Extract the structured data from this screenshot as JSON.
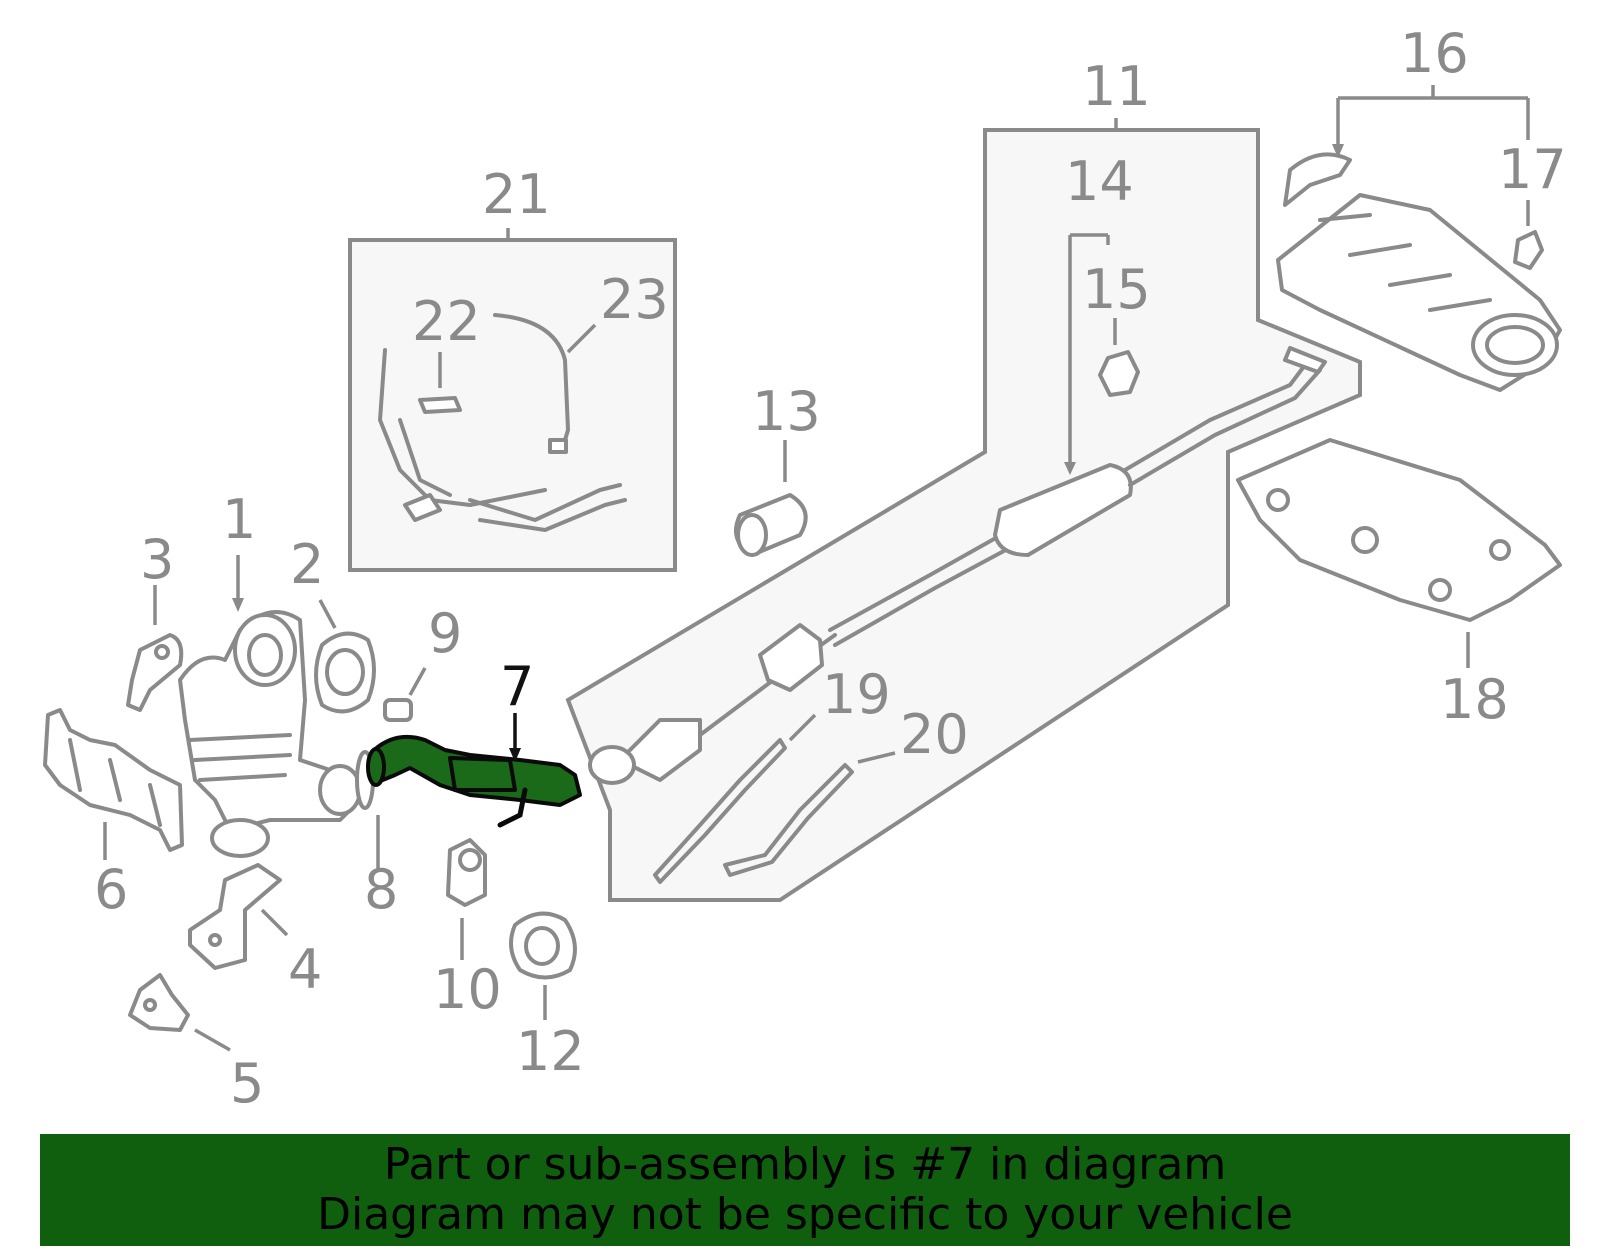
{
  "colors": {
    "part_stroke": "#8a8a8a",
    "highlight_fill": "#1a6a1a",
    "highlight_stroke": "#0a0a0a",
    "banner_bg": "#0f5f0f",
    "box_fill": "#f7f7f7"
  },
  "highlighted_part": "7",
  "callouts": {
    "c1": "1",
    "c2": "2",
    "c3": "3",
    "c4": "4",
    "c5": "5",
    "c6": "6",
    "c7": "7",
    "c8": "8",
    "c9": "9",
    "c10": "10",
    "c11": "11",
    "c12": "12",
    "c13": "13",
    "c14": "14",
    "c15": "15",
    "c16": "16",
    "c17": "17",
    "c18": "18",
    "c19": "19",
    "c20": "20",
    "c21": "21",
    "c22": "22",
    "c23": "23"
  },
  "banner": {
    "line1": "Part or sub-assembly is #7 in diagram",
    "line2": "Diagram may not be specific to your vehicle"
  }
}
